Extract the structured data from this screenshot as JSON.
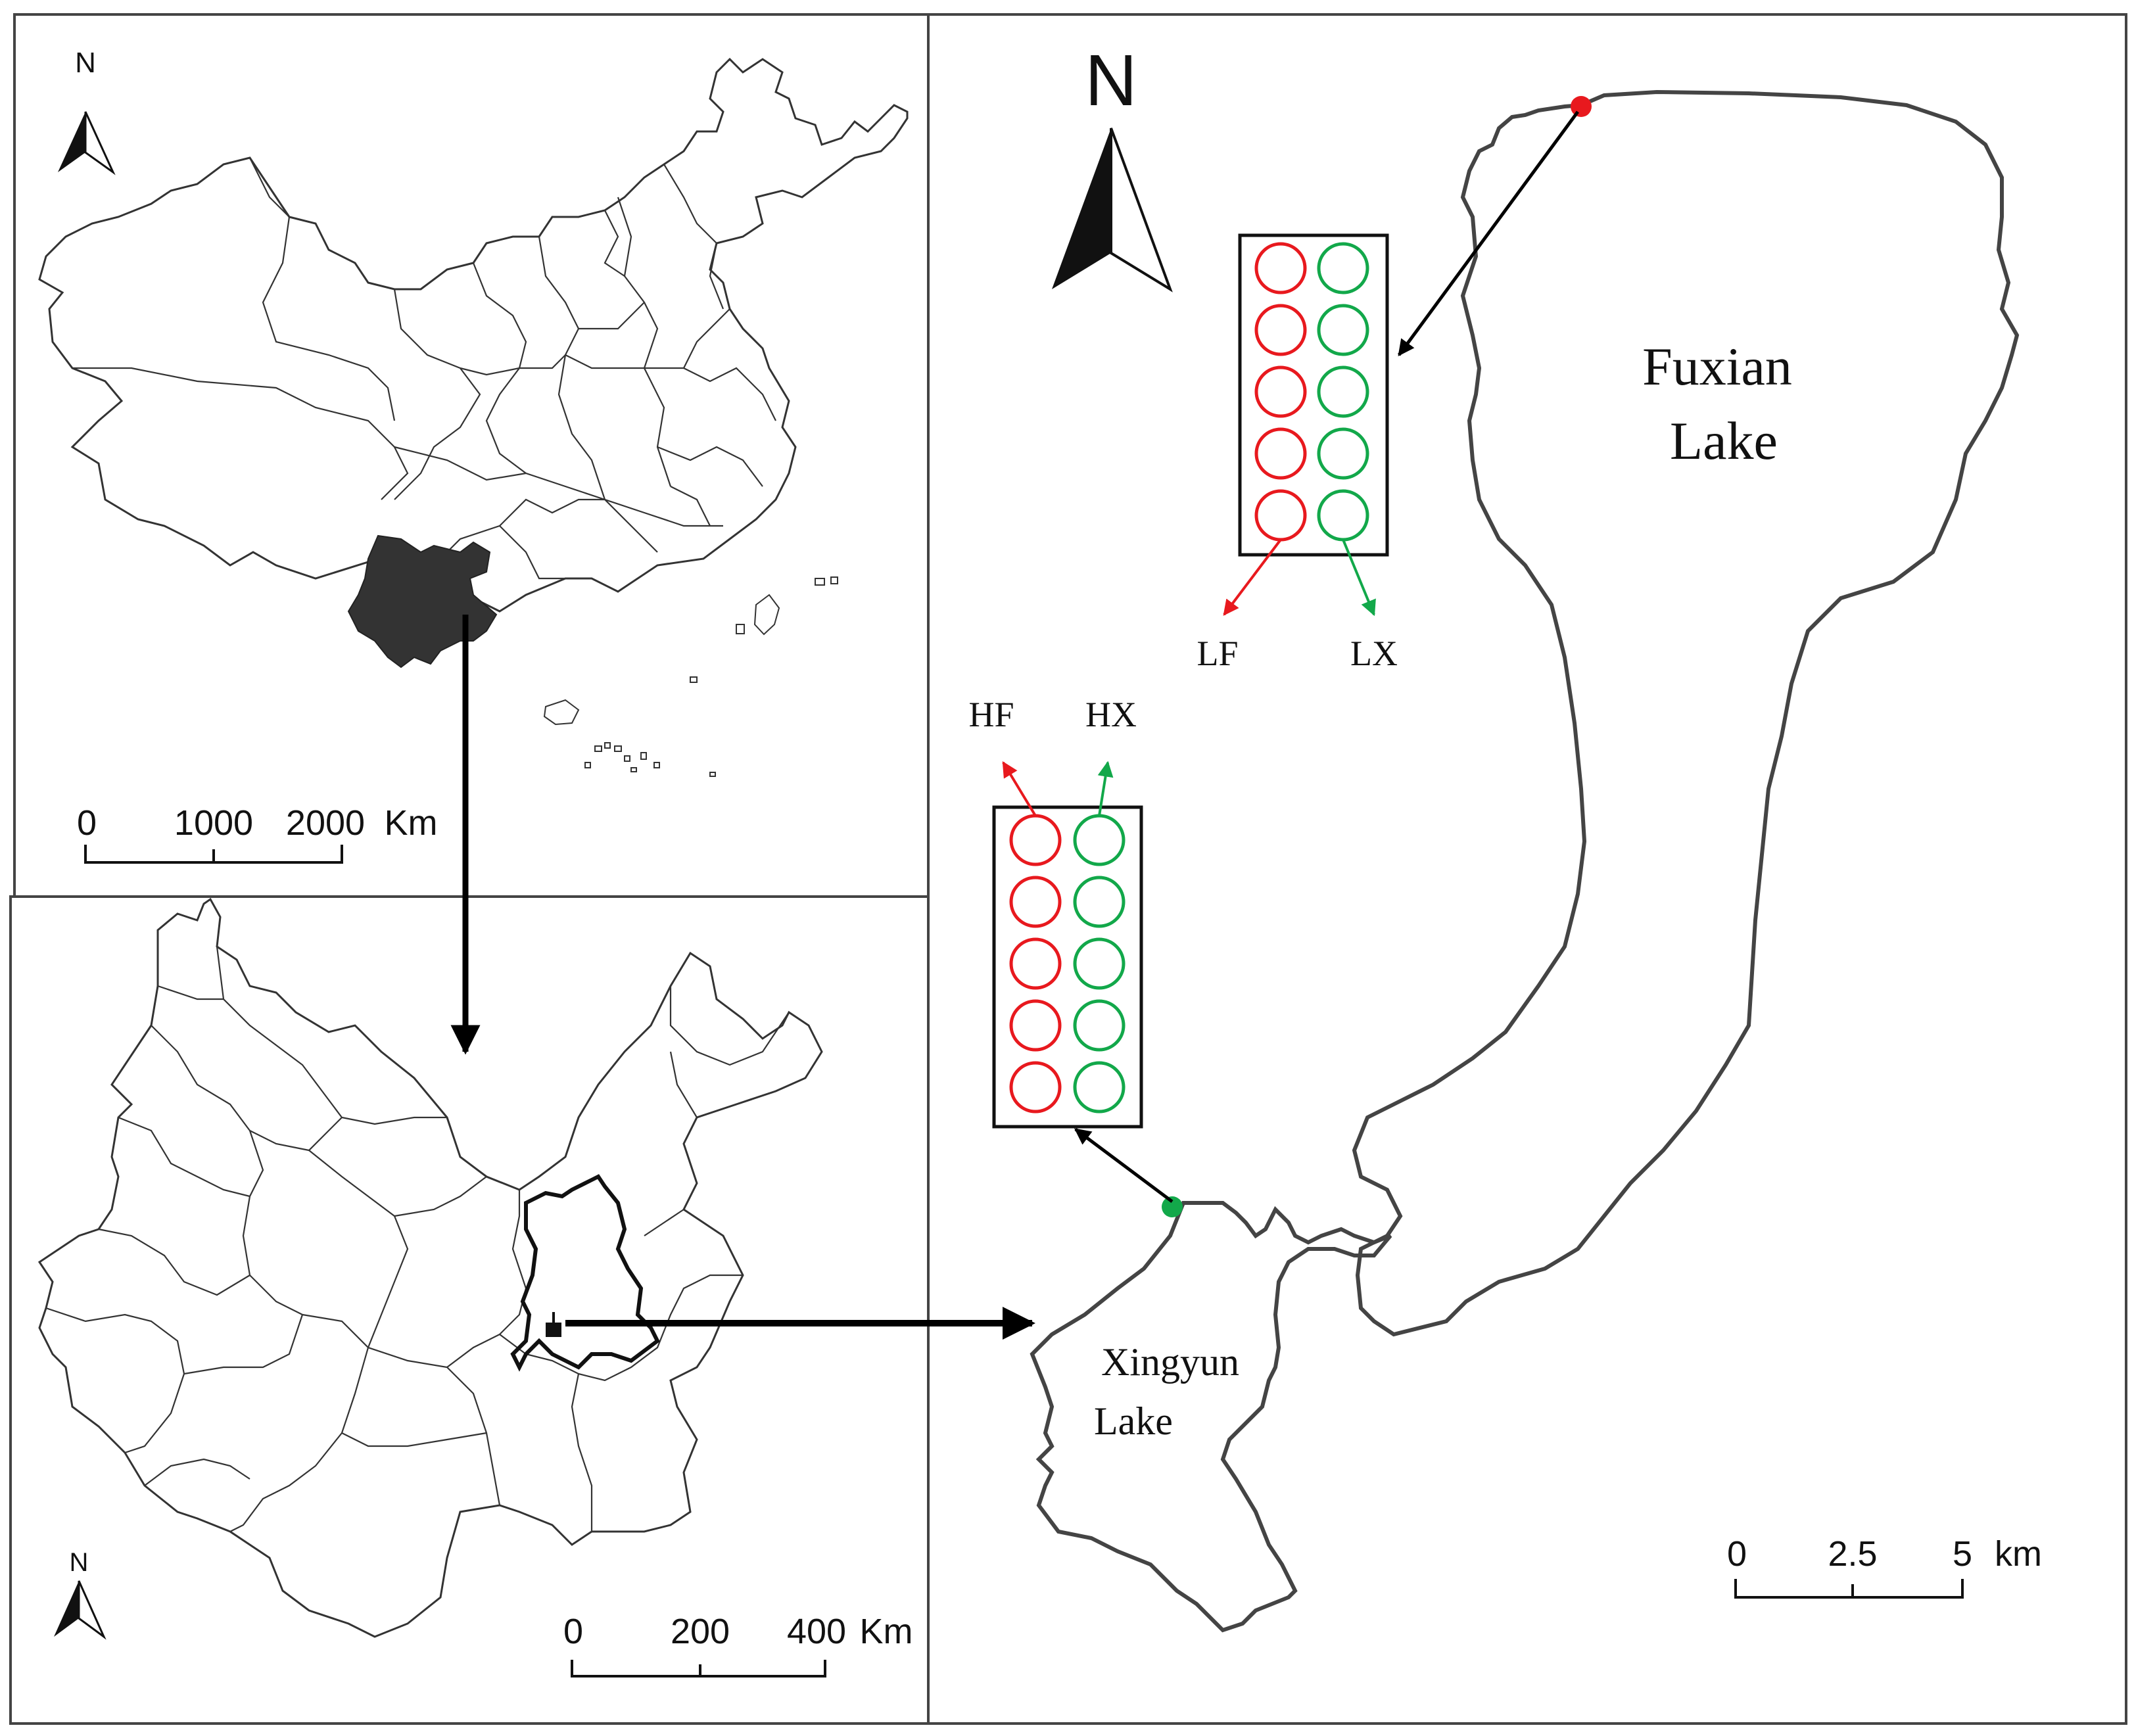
{
  "panels": {
    "china": {
      "north_label": "N",
      "scale_ticks": [
        "0",
        "1000",
        "2000"
      ],
      "scale_unit": "Km"
    },
    "yunnan": {
      "north_label": "N",
      "scale_ticks": [
        "0",
        "200",
        "400"
      ],
      "scale_unit": "Km"
    },
    "lakes": {
      "north_label": "N",
      "scale_ticks": [
        "0",
        "2.5",
        "5"
      ],
      "scale_unit": "km",
      "fuxian_label_line1": "Fuxian",
      "fuxian_label_line2": "Lake",
      "xingyun_label_line1": "Xingyun",
      "xingyun_label_line2": "Lake"
    }
  },
  "sampling": {
    "fuxian_box": {
      "left_label": "LF",
      "right_label": "LX",
      "rows": 5
    },
    "xingyun_box": {
      "left_label": "HF",
      "right_label": "HX",
      "rows": 5
    }
  },
  "colors": {
    "left_group": "#e8191e",
    "right_group": "#12a84a",
    "highlight_region": "#333333",
    "outline": "#333333",
    "frame": "#444444"
  },
  "icons": {
    "north_arrow": "north-arrow-icon",
    "sampling_site_fuxian": "red-dot-marker",
    "sampling_site_xingyun": "green-dot-marker"
  }
}
